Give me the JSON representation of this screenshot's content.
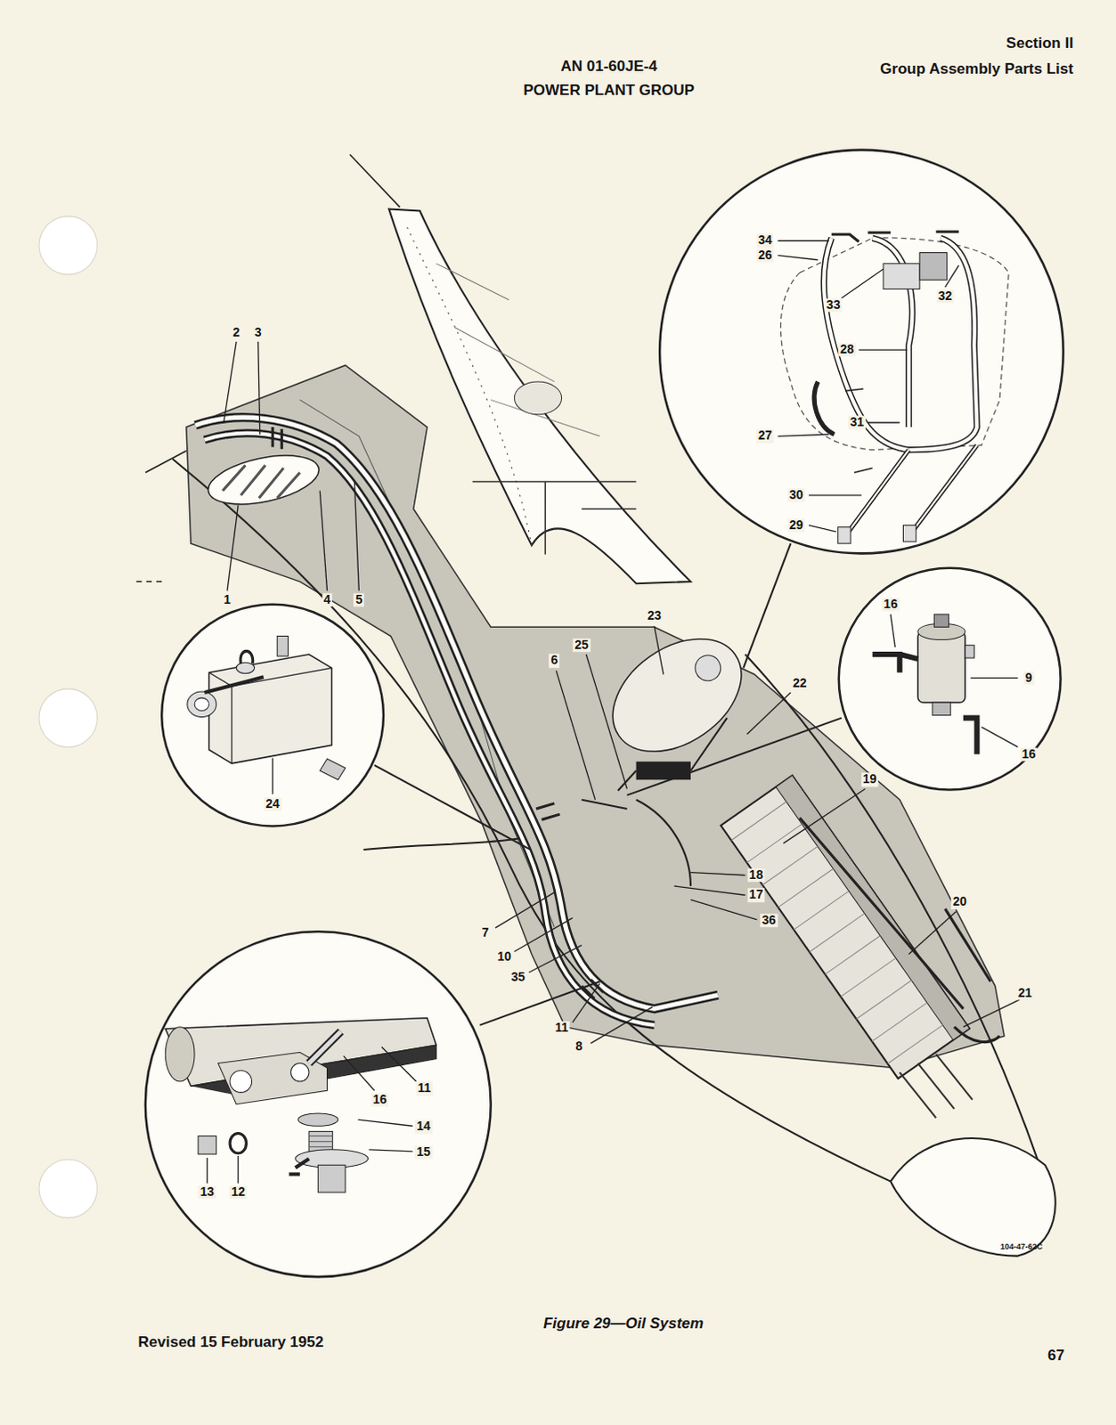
{
  "diagram": {
    "caption": "Figure 29—Oil System",
    "labels": [
      "AN 01-60JE-4",
      "POWER PLANT GROUP",
      "Section II",
      "Group Assembly Parts List",
      "34",
      "26",
      "2",
      "3",
      "32",
      "33",
      "28",
      "31",
      "27",
      "30",
      "29",
      "1",
      "4",
      "5",
      "23",
      "16",
      "25",
      "6",
      "9",
      "22",
      "16",
      "24",
      "19",
      "18",
      "17",
      "36",
      "20",
      "7",
      "10",
      "35",
      "11",
      "8",
      "21",
      "11",
      "16",
      "14",
      "15",
      "13",
      "12",
      "104-47-62C",
      "Revised 15 February 1952",
      "67"
    ]
  }
}
